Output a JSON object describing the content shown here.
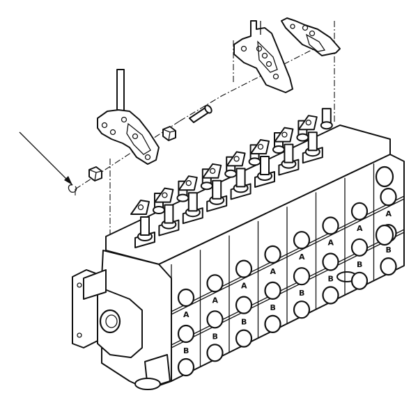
{
  "diagram": {
    "type": "exploded-view",
    "port_labels": {
      "a": "A",
      "b": "B"
    },
    "valve_sections": 8
  }
}
